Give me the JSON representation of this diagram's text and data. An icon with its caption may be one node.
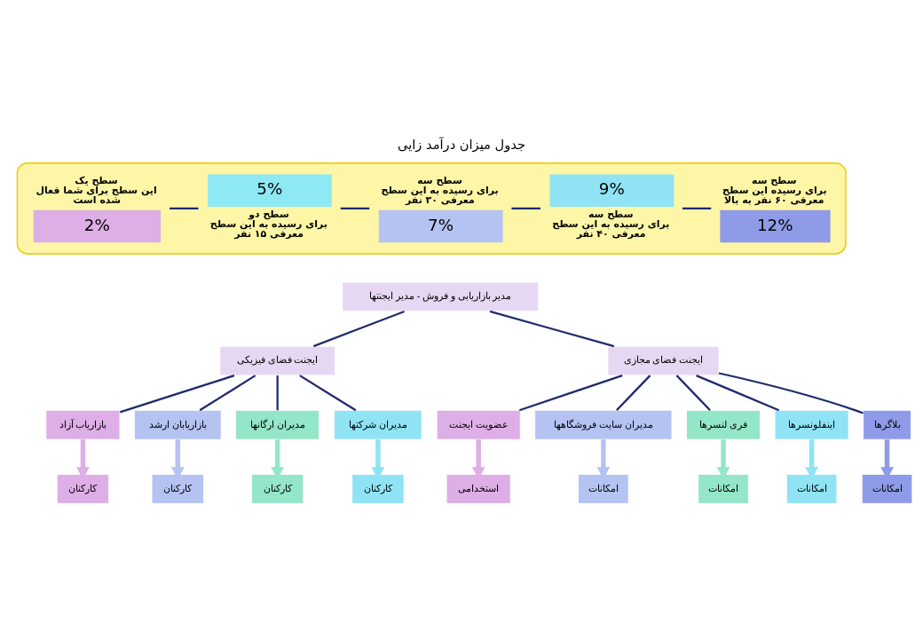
{
  "diagram": {
    "title": "جدول میزان درآمد زایی",
    "nodes": [
      {
        "text": [],
        "shape": "box"
      },
      {
        "text": [
          "12%"
        ],
        "in": 0,
        "beside": [
          "سطح سه",
          "برای رسیده این سطح معرفی ۶۰ نفر به بالا"
        ]
      },
      {
        "text": [
          "9%"
        ],
        "in": 0,
        "beside": [
          "سطح سه",
          "برای رسیده به این سطح معرفی ۴۰ نفر"
        ]
      },
      {
        "text": [
          "7%"
        ],
        "in": 0,
        "beside": [
          "سطح سه",
          "برای رسیده به این سطح معرفی ۳۰ نفر"
        ]
      },
      {
        "text": [
          "5%"
        ],
        "in": 0,
        "beside": [
          "سطح دو",
          "برای رسیده به این سطح معرفی ۱۵ نفر"
        ]
      },
      {
        "text": [
          "2%"
        ],
        "in": 0,
        "beside": [
          "سطح یک",
          "این سطح برای شما فعال شده است"
        ]
      },
      {
        "text": [
          "مدیر بازاریابی و فروش - مدیر ایجنتها"
        ]
      },
      {
        "text": [
          "ایجنت فضای مجازی"
        ]
      },
      {
        "text": [
          "ایجنت فضای فیزیکی"
        ]
      },
      {
        "text": [
          "بلاگرها"
        ]
      },
      {
        "text": [
          "اینفلونسرها"
        ]
      },
      {
        "text": [
          "فری لنسرها"
        ]
      },
      {
        "text": [
          "مدیران سایت فروشگاهها"
        ]
      },
      {
        "text": [
          "عضویت ایجنت"
        ]
      },
      {
        "text": [
          "امکانات"
        ]
      },
      {
        "text": [
          "امکانات"
        ]
      },
      {
        "text": [
          "امکانات"
        ]
      },
      {
        "text": [
          "امکانات"
        ]
      },
      {
        "text": [
          "استخدامی"
        ]
      },
      {
        "text": [
          "مدیران شرکتها"
        ]
      },
      {
        "text": [
          "مدیران ارگانها"
        ]
      },
      {
        "text": [
          "بازاریابان ارشد"
        ]
      },
      {
        "text": [
          "بازاریاب آزاد"
        ]
      },
      {
        "text": [
          "کارکنان"
        ]
      },
      {
        "text": [
          "کارکنان"
        ]
      },
      {
        "text": [
          "کارکنان"
        ]
      },
      {
        "text": [
          "کارکنان"
        ]
      }
    ],
    "edges": [
      {
        "from": 5,
        "to": 4,
        "arrow": "none"
      },
      {
        "from": 4,
        "to": 3,
        "arrow": "none"
      },
      {
        "from": 3,
        "to": 2,
        "arrow": "none"
      },
      {
        "from": 2,
        "to": 1,
        "arrow": "none"
      },
      {
        "from": 6,
        "to": 7,
        "arrow": "none"
      },
      {
        "from": 6,
        "to": 8,
        "arrow": "none"
      },
      {
        "from": 7,
        "to": 9,
        "arrow": "none"
      },
      {
        "from": 7,
        "to": 10,
        "arrow": "none"
      },
      {
        "from": 7,
        "to": 11,
        "arrow": "none"
      },
      {
        "from": 7,
        "to": 12,
        "arrow": "none"
      },
      {
        "from": 7,
        "to": 13,
        "arrow": "none"
      },
      {
        "from": 9,
        "to": 14,
        "arrow": "to",
        "style": "thick",
        "color": "#8f9be8"
      },
      {
        "from": 10,
        "to": 15,
        "arrow": "to",
        "style": "thick",
        "color": "#8fe3f5"
      },
      {
        "from": 11,
        "to": 16,
        "arrow": "to",
        "style": "thick",
        "color": "#94e6c8"
      },
      {
        "from": 12,
        "to": 17,
        "arrow": "to",
        "style": "thick",
        "color": "#b4c3f2"
      },
      {
        "from": 13,
        "to": 18,
        "arrow": "to",
        "style": "thick",
        "color": "#deaee6"
      },
      {
        "from": 8,
        "to": 19,
        "arrow": "none"
      },
      {
        "from": 8,
        "to": 20,
        "arrow": "none"
      },
      {
        "from": 8,
        "to": 21,
        "arrow": "none"
      },
      {
        "from": 8,
        "to": 22,
        "arrow": "none"
      },
      {
        "from": 19,
        "to": 23,
        "arrow": "to",
        "style": "thick",
        "color": "#8fe3f5"
      },
      {
        "from": 20,
        "to": 24,
        "arrow": "to",
        "style": "thick",
        "color": "#94e6c8"
      },
      {
        "from": 21,
        "to": 25,
        "arrow": "to",
        "style": "thick",
        "color": "#b4c3f2"
      },
      {
        "from": 22,
        "to": 26,
        "arrow": "to",
        "style": "thick",
        "color": "#deaee6"
      }
    ]
  }
}
